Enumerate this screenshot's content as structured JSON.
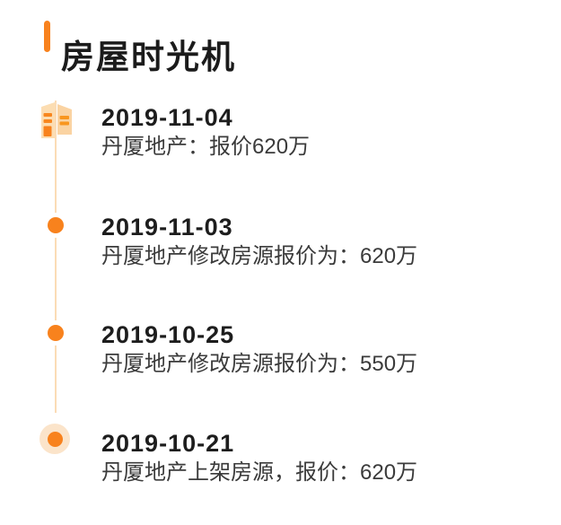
{
  "page": {
    "title": "房屋时光机",
    "colors": {
      "accent_orange": "#F8821E",
      "timeline_line": "#FBDCB6",
      "dot_halo": "#FBE4CA",
      "title_text": "#1b1b1b",
      "date_text": "#1d1d1d",
      "description_text": "#3b3b3b",
      "background": "#ffffff"
    }
  },
  "timeline": {
    "items": [
      {
        "date": "2019-11-04",
        "description": "丹厦地产：报价620万",
        "marker": "building-icon"
      },
      {
        "date": "2019-11-03",
        "description": "丹厦地产修改房源报价为：620万",
        "marker": "dot"
      },
      {
        "date": "2019-10-25",
        "description": "丹厦地产修改房源报价为：550万",
        "marker": "dot"
      },
      {
        "date": "2019-10-21",
        "description": "丹厦地产上架房源，报价：620万",
        "marker": "dot-with-halo"
      }
    ]
  }
}
